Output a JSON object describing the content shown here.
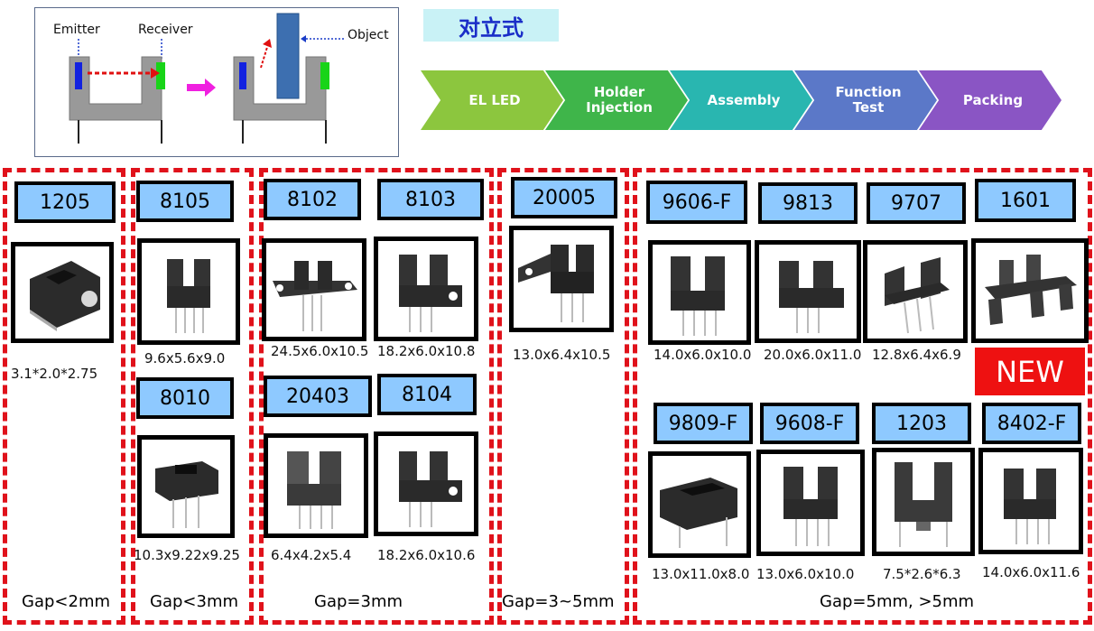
{
  "title": "对立式",
  "diagram": {
    "emitter_label": "Emitter",
    "receiver_label": "Receiver",
    "object_label": "Object"
  },
  "process_steps": [
    {
      "label": "EL LED",
      "color": "#8cc63e"
    },
    {
      "label": "Holder\nInjection",
      "color": "#3fb54a"
    },
    {
      "label": "Assembly",
      "color": "#29b6b0"
    },
    {
      "label": "Function\nTest",
      "color": "#5b78c8"
    },
    {
      "label": "Packing",
      "color": "#8a55c4"
    }
  ],
  "groups": [
    {
      "gap": "Gap<2mm"
    },
    {
      "gap": "Gap<3mm"
    },
    {
      "gap": "Gap=3mm"
    },
    {
      "gap": "Gap=3~5mm"
    },
    {
      "gap": "Gap=5mm, >5mm"
    }
  ],
  "products": [
    {
      "model": "1205",
      "dims": "3.1*2.0*2.75"
    },
    {
      "model": "8105",
      "dims": "9.6x5.6x9.0"
    },
    {
      "model": "8010",
      "dims": "10.3x9.22x9.25"
    },
    {
      "model": "8102",
      "dims": "24.5x6.0x10.5"
    },
    {
      "model": "8103",
      "dims": "18.2x6.0x10.8"
    },
    {
      "model": "20403",
      "dims": "6.4x4.2x5.4"
    },
    {
      "model": "8104",
      "dims": "18.2x6.0x10.6"
    },
    {
      "model": "20005",
      "dims": "13.0x6.4x10.5"
    },
    {
      "model": "9606-F",
      "dims": "14.0x6.0x10.0"
    },
    {
      "model": "9813",
      "dims": "20.0x6.0x11.0"
    },
    {
      "model": "9707",
      "dims": "12.8x6.4x6.9"
    },
    {
      "model": "1601",
      "dims": ""
    },
    {
      "model": "9809-F",
      "dims": "13.0x11.0x8.0"
    },
    {
      "model": "9608-F",
      "dims": "13.0x6.0x10.0"
    },
    {
      "model": "1203",
      "dims": "7.5*2.6*6.3"
    },
    {
      "model": "8402-F",
      "dims": "14.0x6.0x11.6"
    }
  ],
  "new_badge": "NEW",
  "colors": {
    "dashed_border": "#e0121b",
    "label_bg": "#8ec9ff",
    "title_bg": "#c9f2f6",
    "title_text": "#1a2ec8",
    "new_bg": "#ee1111"
  }
}
